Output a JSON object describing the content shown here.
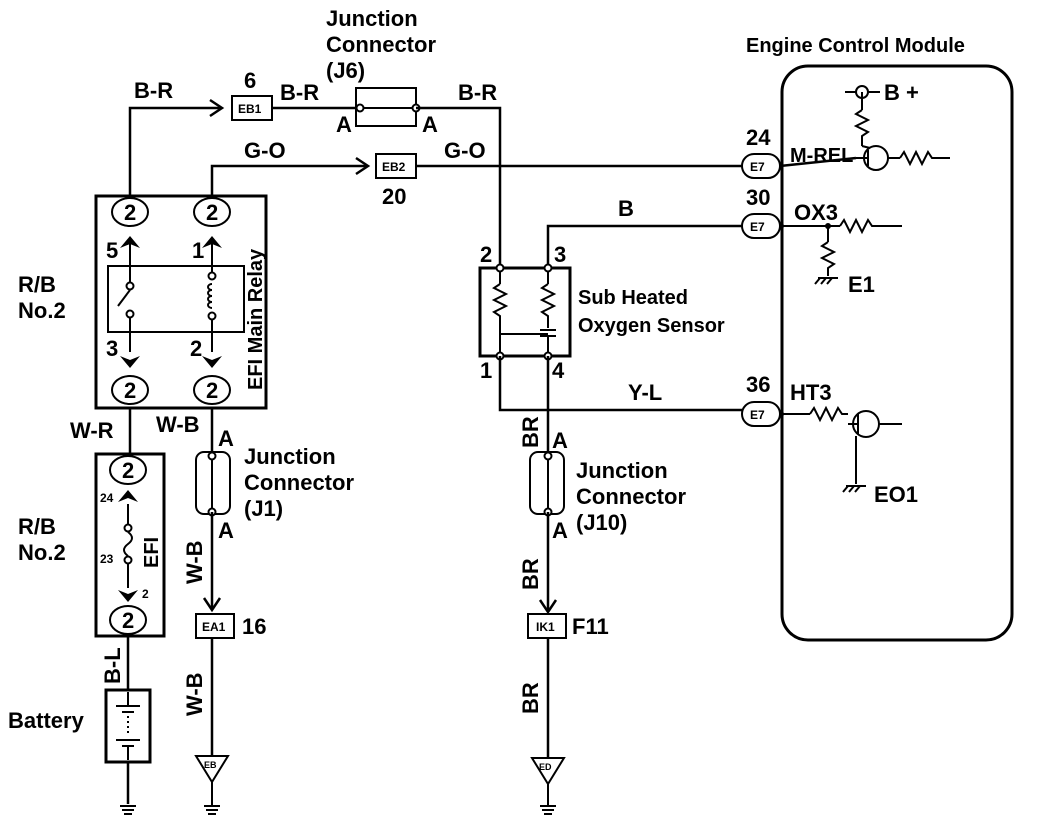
{
  "junction_j6": {
    "line1": "Junction",
    "line2": "Connector",
    "line3": "(J6)",
    "pin_left": "A",
    "pin_right": "A"
  },
  "ecm": {
    "title": "Engine Control Module",
    "b_plus": "B +",
    "m_rel": "M-REL",
    "m_rel_pin": "24",
    "ox3": "OX3",
    "ox3_pin": "30",
    "e1": "E1",
    "ht3": "HT3",
    "ht3_pin": "36",
    "eo1": "EO1",
    "connector": "E7"
  },
  "wires": {
    "b_r": "B-R",
    "g_o": "G-O",
    "b": "B",
    "y_l": "Y-L",
    "w_r": "W-R",
    "w_b": "W-B",
    "br": "BR",
    "b_l": "B-L"
  },
  "connectors": {
    "eb1": "EB1",
    "eb1_pin": "6",
    "eb2": "EB2",
    "eb2_pin": "20",
    "ea1": "EA1",
    "ea1_pin": "16",
    "ik1": "IK1",
    "ik1_pin": "F11",
    "eb_ground": "EB",
    "ed_ground": "ED"
  },
  "relay_block": {
    "rb_line1": "R/B",
    "rb_line2": "No.2",
    "relay_name": "EFI Main Relay",
    "pin2": "2",
    "pin5": "5",
    "pin1": "1",
    "pin3": "3"
  },
  "fuse_block": {
    "rb_line1": "R/B",
    "rb_line2": "No.2",
    "fuse_name": "EFI",
    "pin2": "2",
    "pin24": "24",
    "pin23": "23",
    "pin_small2": "2"
  },
  "junction_j1": {
    "line1": "Junction",
    "line2": "Connector",
    "line3": "(J1)",
    "pin_a": "A"
  },
  "junction_j10": {
    "line1": "Junction",
    "line2": "Connector",
    "line3": "(J10)",
    "pin_a": "A"
  },
  "sensor": {
    "line1": "Sub Heated",
    "line2": "Oxygen Sensor",
    "pin2": "2",
    "pin3": "3",
    "pin1": "1",
    "pin4": "4"
  },
  "battery": {
    "label": "Battery"
  }
}
